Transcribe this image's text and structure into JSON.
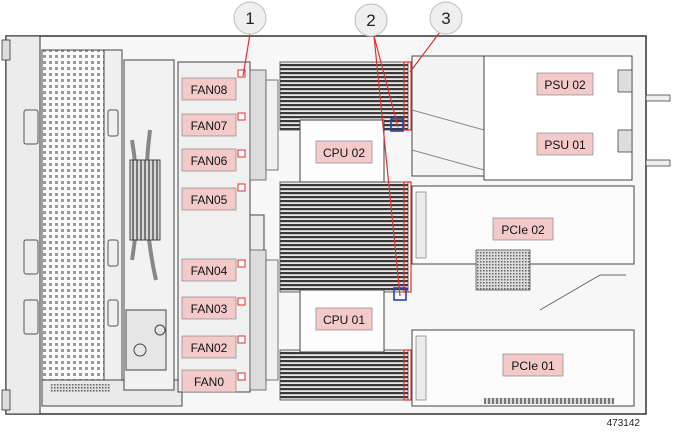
{
  "callouts": [
    {
      "number": "1"
    },
    {
      "number": "2"
    },
    {
      "number": "3"
    }
  ],
  "fans": [
    {
      "label": "FAN08"
    },
    {
      "label": "FAN07"
    },
    {
      "label": "FAN06"
    },
    {
      "label": "FAN05"
    },
    {
      "label": "FAN04"
    },
    {
      "label": "FAN03"
    },
    {
      "label": "FAN02"
    },
    {
      "label": "FAN0"
    }
  ],
  "cpus": [
    {
      "label": "CPU 02"
    },
    {
      "label": "CPU 01"
    }
  ],
  "psus": [
    {
      "label": "PSU 02"
    },
    {
      "label": "PSU 01"
    }
  ],
  "pcie": [
    {
      "label": "PCIe 02"
    },
    {
      "label": "PCIe 01"
    }
  ],
  "figure_id": "473142",
  "colors": {
    "label_fill": "#f3c9c9",
    "callout_line": "#e03030",
    "highlight_box": "#2a3fb0",
    "outline": "#333333"
  }
}
